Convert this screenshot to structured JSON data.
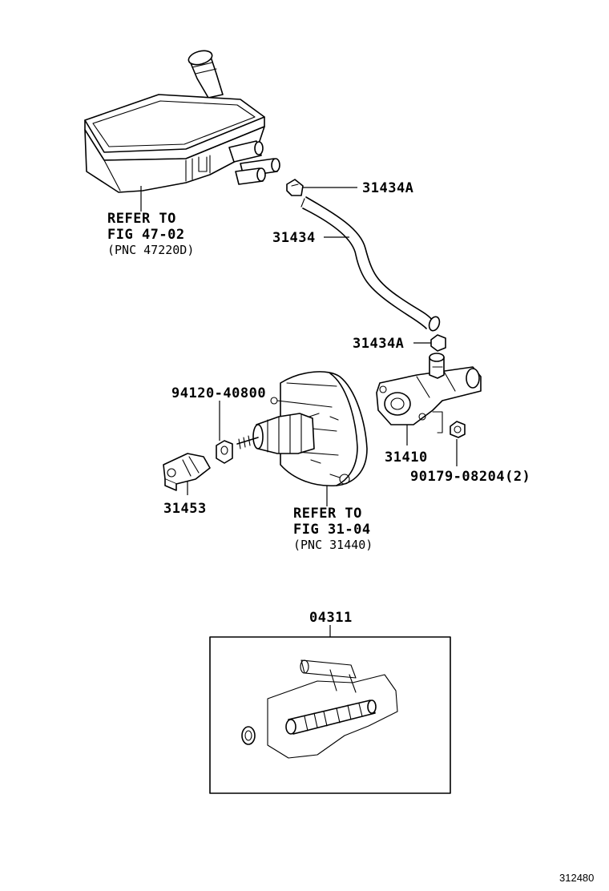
{
  "labels": {
    "p_31434A_top": "31434A",
    "p_31434": "31434",
    "p_31434A_bottom": "31434A",
    "p_94120": "94120-40800",
    "p_31410": "31410",
    "p_90179": "90179-08204(2)",
    "p_31453": "31453",
    "p_04311": "04311",
    "ref_tank_line1": "REFER TO",
    "ref_tank_line2": "FIG 47-02",
    "ref_tank_line3": "(PNC 47220D)",
    "ref_booster_line1": "REFER TO",
    "ref_booster_line2": "FIG 31-04",
    "ref_booster_line3": "(PNC 31440)",
    "diagram_id": "312480"
  }
}
